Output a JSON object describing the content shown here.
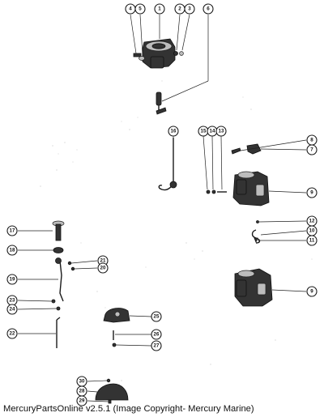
{
  "caption": "MercuryPartsOnline v2.5.1 (Image Copyright- Mercury Marine)",
  "callouts": [
    {
      "label": "4"
    },
    {
      "label": "5"
    },
    {
      "label": "1"
    },
    {
      "label": "2"
    },
    {
      "label": "3"
    },
    {
      "label": "6"
    },
    {
      "label": "16"
    },
    {
      "label": "15"
    },
    {
      "label": "14"
    },
    {
      "label": "13"
    },
    {
      "label": "8"
    },
    {
      "label": "7"
    },
    {
      "label": "9"
    },
    {
      "label": "12"
    },
    {
      "label": "10"
    },
    {
      "label": "11"
    },
    {
      "label": "17"
    },
    {
      "label": "18"
    },
    {
      "label": "21"
    },
    {
      "label": "20"
    },
    {
      "label": "19"
    },
    {
      "label": "23"
    },
    {
      "label": "24"
    },
    {
      "label": "25"
    },
    {
      "label": "26"
    },
    {
      "label": "27"
    },
    {
      "label": "22"
    },
    {
      "label": "9"
    },
    {
      "label": "30"
    },
    {
      "label": "28"
    },
    {
      "label": "29"
    }
  ]
}
